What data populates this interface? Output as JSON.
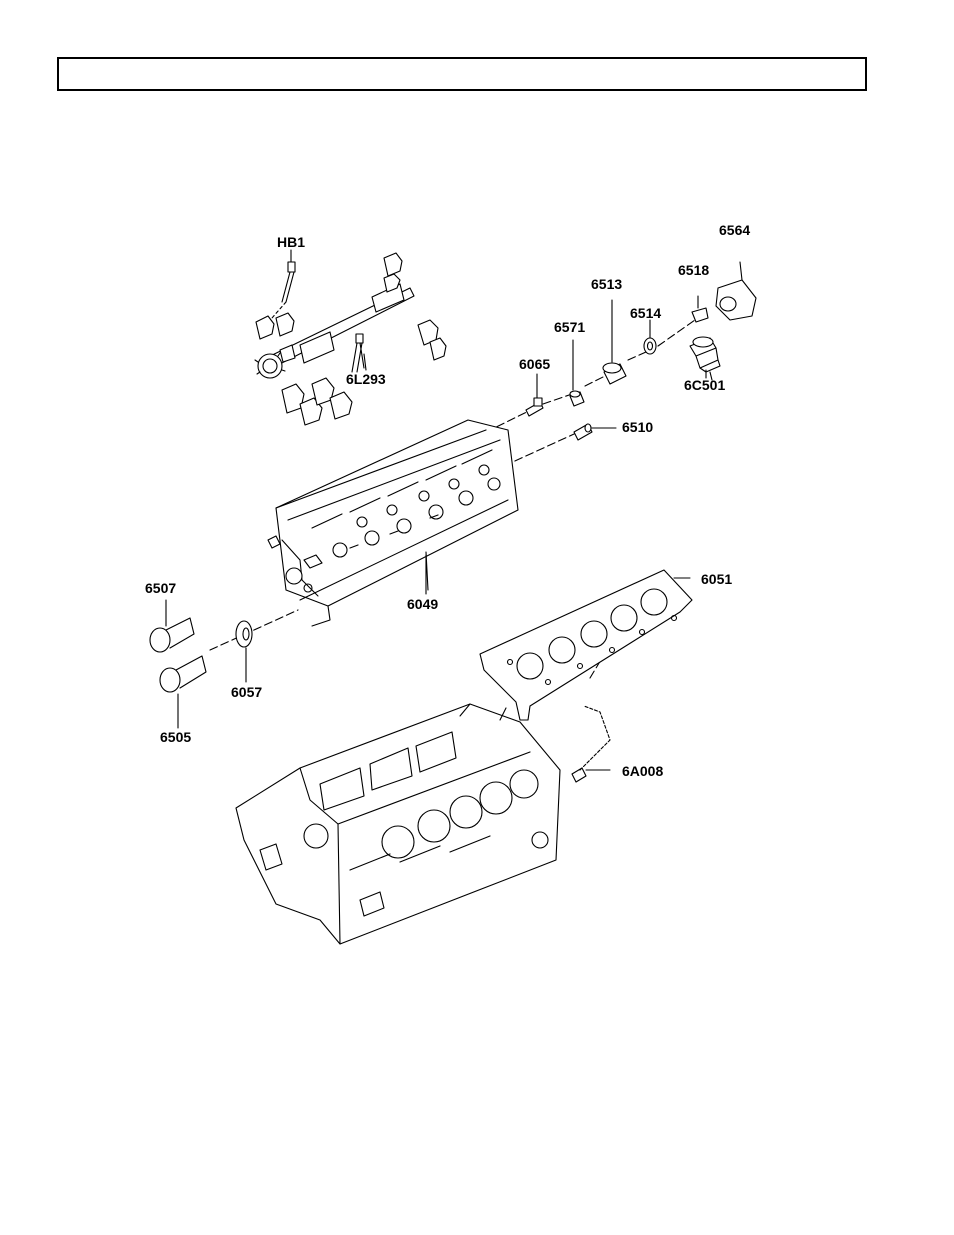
{
  "header": {
    "title": ""
  },
  "callouts": {
    "hb1": "HB1",
    "c6564": "6564",
    "c6518": "6518",
    "c6513": "6513",
    "c6514": "6514",
    "c6571": "6571",
    "c6065": "6065",
    "c6c501": "6C501",
    "c6l293": "6L293",
    "c6510": "6510",
    "c6507": "6507",
    "c6049": "6049",
    "c6051": "6051",
    "c6057": "6057",
    "c6505": "6505",
    "c6a008": "6A008"
  }
}
